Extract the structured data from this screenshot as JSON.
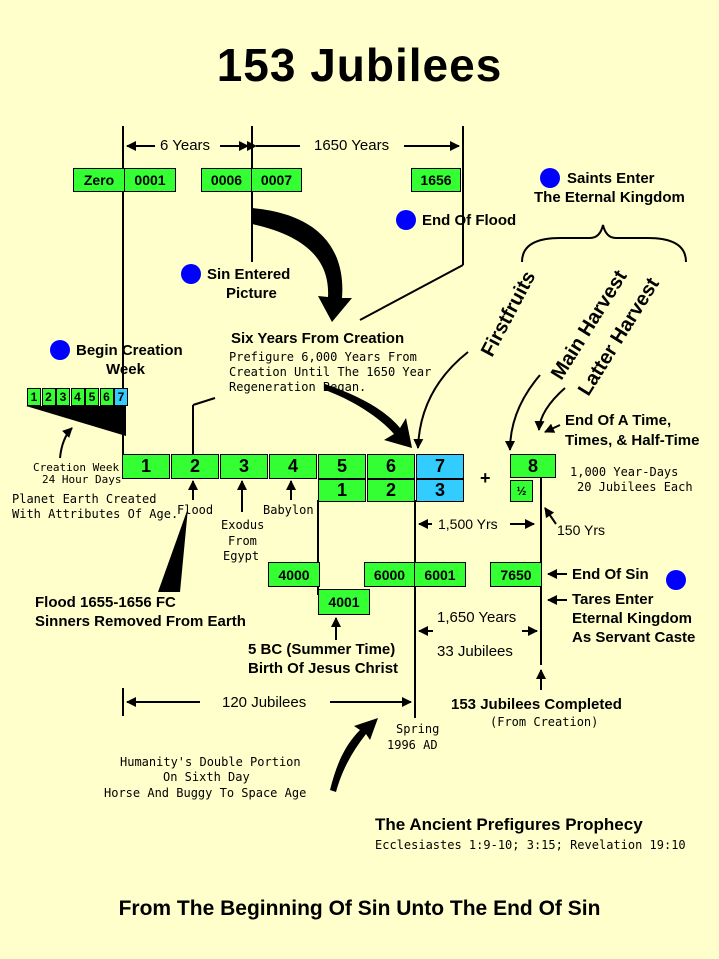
{
  "title": "153 Jubilees",
  "footer": "From The Beginning Of Sin Unto The End Of Sin",
  "spans": {
    "six_years": "6 Years",
    "sixteen_fifty_years": "1650 Years",
    "fifteen_hundred": "1,500 Yrs",
    "one_fifty": "150 Yrs",
    "sixteen_fifty_b": "1,650 Years",
    "thirty_three": "33 Jubilees",
    "one_twenty": "120 Jubilees"
  },
  "year_boxes": {
    "zero": "Zero",
    "y0001": "0001",
    "y0006": "0006",
    "y0007": "0007",
    "y1656": "1656",
    "y4000": "4000",
    "y4001": "4001",
    "y6000": "6000",
    "y6001": "6001",
    "y7650": "7650"
  },
  "events": {
    "saints_enter": [
      "Saints Enter",
      "The Eternal Kingdom"
    ],
    "end_of_flood": "End Of Flood",
    "sin_entered": [
      "Sin Entered",
      "Picture"
    ],
    "begin_creation": [
      "Begin Creation",
      "Week"
    ],
    "six_years_from_creation": "Six Years From Creation",
    "prefigure": [
      "Prefigure 6,000 Years From",
      "Creation Until The 1650 Year",
      "Regeneration Began."
    ],
    "firstfruits": "Firstfruits",
    "main_harvest": "Main Harvest",
    "latter_harvest": "Latter Harvest",
    "end_time": [
      "End Of A Time,",
      "Times, & Half-Time"
    ],
    "year_days": [
      "1,000 Year-Days",
      "20 Jubilees Each"
    ],
    "creation_week": [
      "Creation Week",
      "24 Hour Days"
    ],
    "planet_earth": [
      "Planet Earth Created",
      "With Attributes Of Age."
    ],
    "flood": "Flood",
    "exodus": [
      "Exodus",
      "From",
      "Egypt"
    ],
    "babylon": "Babylon",
    "end_of_sin": "End Of Sin",
    "tares": [
      "Tares Enter",
      "Eternal Kingdom",
      "As Servant Caste"
    ],
    "flood_fc": [
      "Flood 1655-1656 FC",
      "Sinners Removed From Earth"
    ],
    "birth_christ": [
      "5 BC (Summer Time)",
      "Birth Of Jesus Christ"
    ],
    "jubilees_completed": "153 Jubilees Completed",
    "from_creation": "(From Creation)",
    "spring": [
      "Spring",
      "1996 AD"
    ],
    "double_portion": [
      "Humanity's Double Portion",
      "On Sixth Day",
      "Horse And Buggy To Space Age"
    ],
    "ancient": "The Ancient Prefigures Prophecy",
    "scripture": "Ecclesiastes  1:9-10;  3:15;  Revelation 19:10"
  },
  "creation_week_days": [
    "1",
    "2",
    "3",
    "4",
    "5",
    "6",
    "7"
  ],
  "millennia": [
    "1",
    "2",
    "3",
    "4",
    "5",
    "6",
    "7"
  ],
  "second_row": [
    "1",
    "2",
    "3"
  ],
  "plus": "+",
  "eighth": "8",
  "half": "½",
  "colors": {
    "green": "#33ff33",
    "cyan": "#33ccff",
    "blue_dot": "#0000ff",
    "background": "#ffffcc"
  }
}
